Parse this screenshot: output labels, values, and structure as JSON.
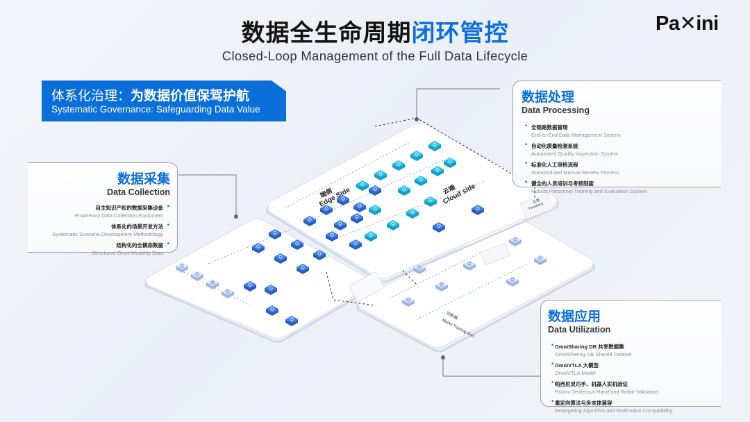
{
  "header": {
    "title_main": "数据全生命周期",
    "title_accent": "闭环管控",
    "subtitle": "Closed-Loop Management of the Full Data Lifecycle",
    "logo_text": "PaXini"
  },
  "banner": {
    "cn_prefix": "体系化治理：",
    "cn_bold": "为数据价值保驾护航",
    "en": "Systematic Governance: Safeguarding Data Value"
  },
  "data_collection": {
    "title_cn": "数据采集",
    "title_en": "Data Collection",
    "items": [
      {
        "cn": "自主知识产权的数据采集设备",
        "en": "Proprietary Data Collection Equipment"
      },
      {
        "cn": "体系化的场景开发方法",
        "en": "Systematic Scenario Development Methodology"
      },
      {
        "cn": "结构化的全模态数据",
        "en": "Structured Omni-Modality Data"
      }
    ]
  },
  "data_processing": {
    "title_cn": "数据处理",
    "title_en": "Data Processing",
    "items": [
      {
        "cn": "全链路数据管理",
        "en": "End-to-End Data Management System"
      },
      {
        "cn": "自动化质量检测系统",
        "en": "Automated Quality Inspection System"
      },
      {
        "cn": "标准化人工审核流程",
        "en": "Standardized Manual Review Process"
      },
      {
        "cn": "健全的人员培训与考核制度",
        "en": "Robust Personnel Training and Evaluation System"
      }
    ]
  },
  "data_utilization": {
    "title_cn": "数据应用",
    "title_en": "Data Utilization",
    "items": [
      {
        "cn": "OmniSharing DB 共享数据集",
        "en": "OmniSharing DB Shared Dataset"
      },
      {
        "cn": "OmniVTLA 大模型",
        "en": "OmniVTLA Model"
      },
      {
        "cn": "帕西尼灵巧手、机器人实机验证",
        "en": "PaXini Dexterous Hand and Robot Validation"
      },
      {
        "cn": "重定向算法与多本体兼容",
        "en": "Retargeting Algorithm and Multi-robot Compatibility"
      }
    ]
  },
  "diagram": {
    "edge_cn": "端侧",
    "edge_en": "Edge Side",
    "cloud_cn": "云端",
    "cloud_en": "Cloud side",
    "training_cn": "训练端",
    "training_en": "Model Training End",
    "feedback_cn": "反馈",
    "feedback_en": "Feedback",
    "colors": {
      "accent": "#0a6ede",
      "cyan_tile": "#27c3ea",
      "blue_tile": "#3d7fe6",
      "pale_tile": "#dfe8f8"
    }
  }
}
